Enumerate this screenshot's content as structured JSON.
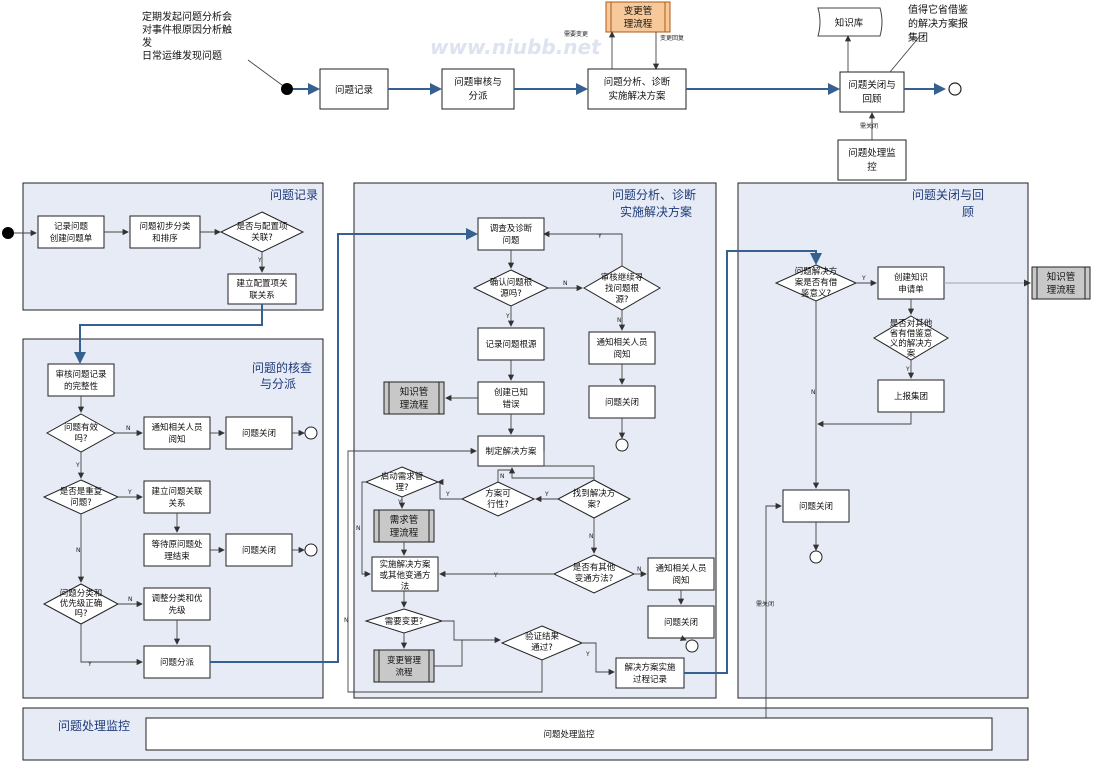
{
  "top": {
    "note": [
      "定期发起问题分析会",
      "对事件根原因分析触",
      "发",
      "日常运维发现问题"
    ],
    "record": "问题记录",
    "review": [
      "问题审核与",
      "分派"
    ],
    "analysis": [
      "问题分析、诊断",
      "实施解决方案"
    ],
    "change": [
      "变更管",
      "理流程"
    ],
    "need_change": "需要变更",
    "change_reply": "变更回复",
    "kb": "知识库",
    "closure": [
      "问题关闭与",
      "回顾"
    ],
    "worth_note": [
      "值得它省借鉴",
      "的解决方案报",
      "集团"
    ],
    "need_close": "需关闭",
    "monitor": [
      "问题处理监",
      "控"
    ],
    "watermark": "www.niubb.net"
  },
  "lane1": {
    "title": "问题记录",
    "s1": [
      "记录问题",
      "创建问题单"
    ],
    "s2": [
      "问题初步分类",
      "和排序"
    ],
    "d1": [
      "是否与配置项",
      "关联?"
    ],
    "s3": [
      "建立配置项关",
      "联关系"
    ]
  },
  "lane2": {
    "title": [
      "问题的核查",
      "与分派"
    ],
    "s1": [
      "审核问题记录",
      "的完整性"
    ],
    "d1": [
      "问题有效",
      "吗?"
    ],
    "s2": [
      "通知相关人员",
      "阅知"
    ],
    "s3": "问题关闭",
    "d2": [
      "是否是重复",
      "问题?"
    ],
    "s4": [
      "建立问题关联",
      "关系"
    ],
    "s5": [
      "等待原问题处",
      "理结束"
    ],
    "s6": "问题关闭",
    "d3": [
      "问题分类和",
      "优先级正确",
      "吗?"
    ],
    "s7": [
      "调整分类和优",
      "先级"
    ],
    "s8": "问题分派"
  },
  "lane3": {
    "title": [
      "问题分析、诊断",
      "实施解决方案"
    ],
    "s1": [
      "调查及诊断",
      "问题"
    ],
    "d1": [
      "确认问题根",
      "源吗?"
    ],
    "d2": [
      "审核继续寻",
      "找问题根",
      "源?"
    ],
    "s2": "记录问题根源",
    "s3": [
      "通知相关人员",
      "阅知"
    ],
    "kmp": [
      "知识管",
      "理流程"
    ],
    "s4": [
      "创建已知",
      "错误"
    ],
    "s5": "问题关闭",
    "s6": "制定解决方案",
    "d3": [
      "启动需求管",
      "理?"
    ],
    "d4": [
      "方案可",
      "行性?"
    ],
    "d5": [
      "找到解决方",
      "案?"
    ],
    "req": [
      "需求管",
      "理流程"
    ],
    "s7": [
      "实施解决方案",
      "或其他变通方",
      "法"
    ],
    "d6": [
      "是否有其他",
      "变通方法?"
    ],
    "s8": [
      "通知相关人员",
      "阅知"
    ],
    "d7": "需要变更?",
    "chg": [
      "变更管理",
      "流程"
    ],
    "d8": [
      "验证结果",
      "通过?"
    ],
    "s9": "问题关闭",
    "s10": [
      "解决方案实施",
      "过程记录"
    ]
  },
  "lane4": {
    "title": [
      "问题关闭与回",
      "顾"
    ],
    "d1": [
      "问题解决方",
      "案是否有借",
      "鉴意义?"
    ],
    "s1": [
      "创建知识",
      "申请单"
    ],
    "d2": [
      "是否对其他",
      "省有借鉴意",
      "义的解决方",
      "案"
    ],
    "s2": "上报集团",
    "s3": "问题关闭",
    "kmp": [
      "知识管",
      "理流程"
    ],
    "need_close": "需关闭"
  },
  "monitor": {
    "title": "问题处理监控",
    "box": "问题处理监控"
  },
  "labels": {
    "y": "Y",
    "n": "N"
  }
}
